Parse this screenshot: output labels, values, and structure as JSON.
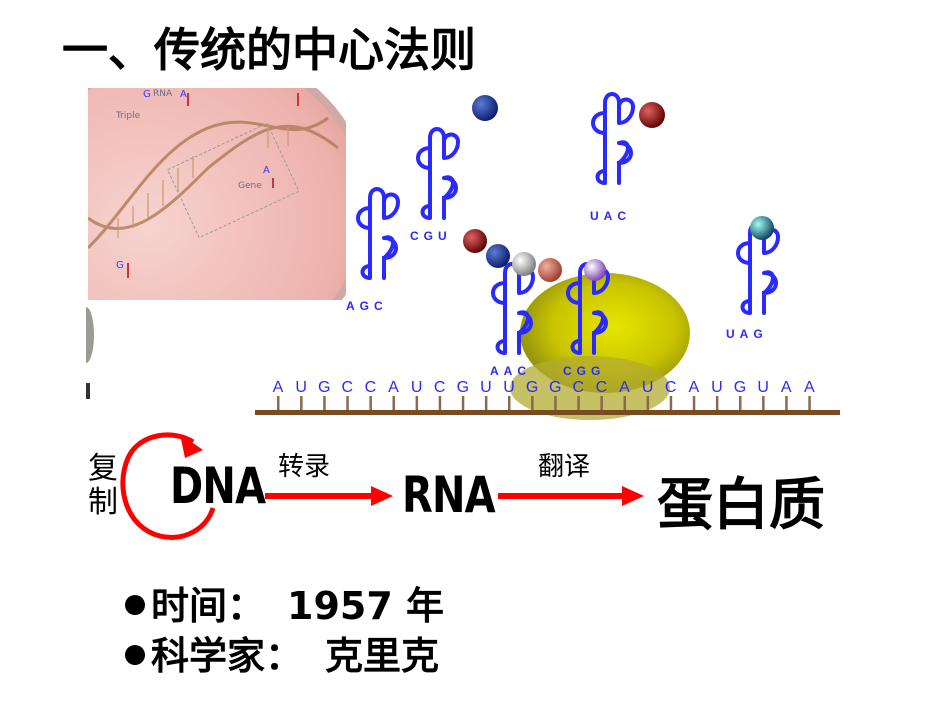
{
  "title": "一、传统的中心法则",
  "scene": {
    "mrna_sequence": [
      "A",
      "U",
      "G",
      "C",
      "C",
      "A",
      "U",
      "C",
      "G",
      "U",
      "U",
      "G",
      "G",
      "C",
      "C",
      "A",
      "U",
      "C",
      "A",
      "U",
      "G",
      "U",
      "A",
      "A"
    ],
    "trnas": [
      {
        "anticodon": "CGU"
      },
      {
        "anticodon": "AGC"
      },
      {
        "anticodon": "UAC"
      },
      {
        "anticodon": "AAC"
      },
      {
        "anticodon": "CGG"
      },
      {
        "anticodon": "UAG"
      }
    ],
    "cell_labels": {
      "a": "A",
      "g": "G",
      "triple": "Triple",
      "gene": "Gene",
      "rna": "RNA"
    }
  },
  "flow": {
    "replication": "复制",
    "dna": "DNA",
    "transcription": "转录",
    "rna": "RNA",
    "translation": "翻译",
    "protein": "蛋白质"
  },
  "bullets": [
    {
      "label": "时间：",
      "value": "1957 年"
    },
    {
      "label": "科学家：",
      "value": "克里克"
    }
  ],
  "colors": {
    "trna_blue": "#2a2aff",
    "ribosome": "#b8b800",
    "arrow_red": "#ff0000",
    "mrna_brown": "#7a4b1e",
    "cell_pink": "#f1b9b3"
  }
}
